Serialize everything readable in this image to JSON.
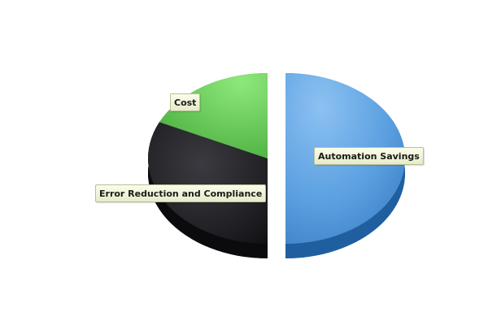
{
  "chart_data": {
    "type": "pie",
    "style": "3d-exploded",
    "categories": [
      "Automation Savings",
      "Error Reduction and Compliance",
      "Cost"
    ],
    "values": [
      50,
      32,
      18
    ],
    "colors": [
      "#4a90d9",
      "#222226",
      "#6acb5a"
    ],
    "exploded": [
      "Automation Savings"
    ],
    "title": "",
    "legend": "none"
  }
}
